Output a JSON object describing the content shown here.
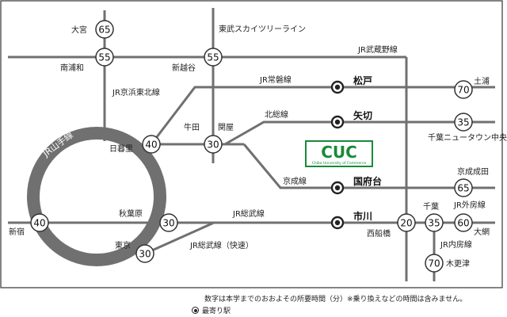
{
  "colors": {
    "line": "#707070",
    "border": "#333333",
    "brand": "#1a8a3a",
    "text": "#222222"
  },
  "logo": {
    "text": "CUC",
    "subtext": "Chiba University of Commerce"
  },
  "times": {
    "omiya": "65",
    "minamiurawa": "55",
    "shinkoshigaya": "55",
    "nippori": "40",
    "tsukuda_seki": "30",
    "shinjuku": "40",
    "akihabara": "30",
    "tokyo": "30",
    "nishifunabashi": "20",
    "chiba": "35",
    "sakura": "60",
    "tsuchiura": "70",
    "chiba_nt": "35",
    "keisei_narita": "65",
    "kisarazu": "70"
  },
  "stations": {
    "omiya": "大宮",
    "minamiurawa": "南浦和",
    "shinkoshigaya": "新越谷",
    "nippori": "日暮里",
    "tsukuda": "牛田",
    "sekiya": "関屋",
    "shinjuku": "新宿",
    "akihabara": "秋葉原",
    "tokyo": "東京",
    "nishifunabashi": "西船橋",
    "chiba": "千葉",
    "oami": "大網",
    "kisarazu": "木更津",
    "tsuchiura": "土浦",
    "chiba_nt": "千葉ニュータウン中央",
    "keisei_narita": "京成成田",
    "matsudo": "松戸",
    "yagiri": "矢切",
    "kounodai": "国府台",
    "ichikawa": "市川"
  },
  "lines": {
    "tobu_skytree": "東武スカイツリーライン",
    "jr_musashino": "JR武蔵野線",
    "jr_keihin_tohoku": "JR京浜東北線",
    "jr_joban": "JR常磐線",
    "hokuso": "北総線",
    "keisei": "京成線",
    "jr_sobu": "JR総武線",
    "jr_sobu_rapid": "JR総武線（快速）",
    "yamanote": "JR山手線",
    "jr_sotobo": "JR外房線",
    "jr_uchibo": "JR内房線"
  },
  "note": "数字は本学までのおおよその所要時間（分）※乗り換えなどの時間は含みません。",
  "legend_label": "最寄り駅"
}
